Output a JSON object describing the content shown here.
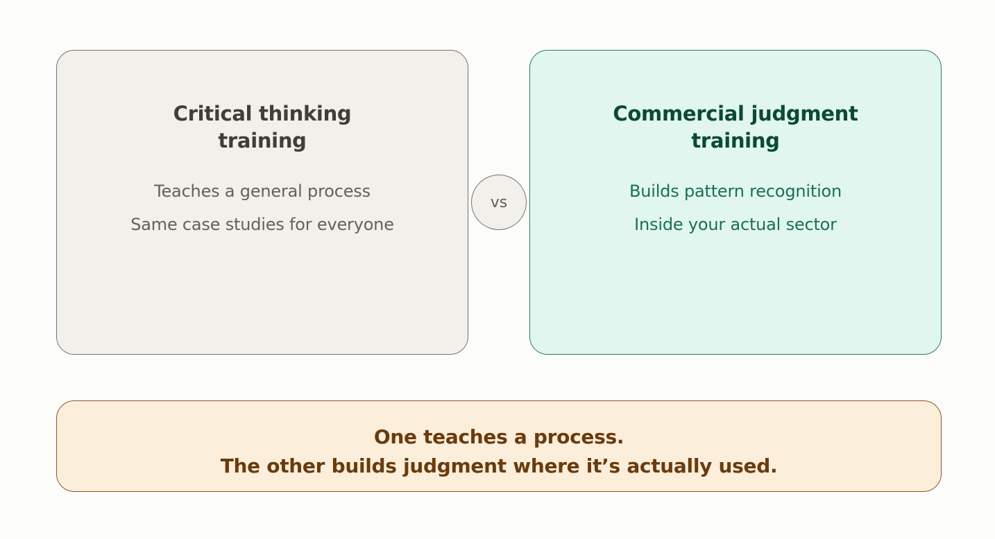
{
  "left_card": {
    "title_line1": "Critical thinking",
    "title_line2": "training",
    "line1": "Teaches a general process",
    "line2": "Same case studies for everyone"
  },
  "vs_label": "vs",
  "right_card": {
    "title_line1": "Commercial judgment",
    "title_line2": "training",
    "line1": "Builds pattern recognition",
    "line2": "Inside your actual sector"
  },
  "conclusion": {
    "line1": "One teaches a process.",
    "line2": "The other builds judgment where it’s actually used."
  },
  "colors": {
    "left_fill": "#f2f0eb",
    "right_fill": "#e1f6ef",
    "right_text": "#197150",
    "banner_fill": "#fbeedb",
    "banner_text": "#6a3b0d"
  }
}
